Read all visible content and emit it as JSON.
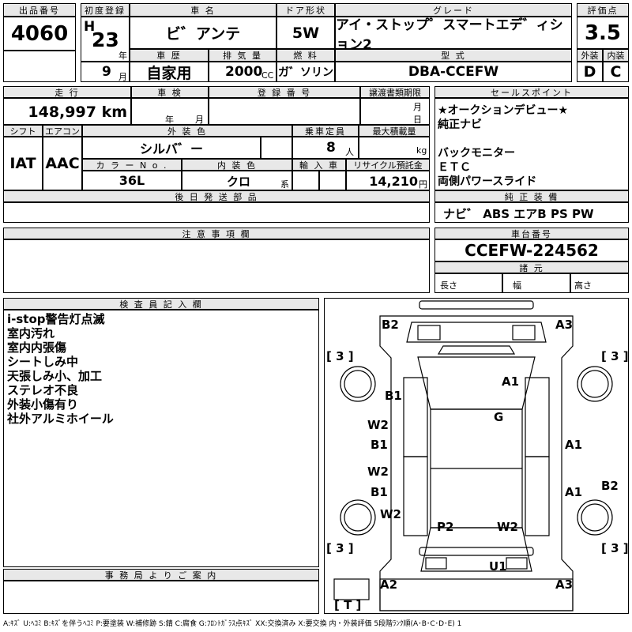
{
  "header": {
    "lot_label": "出品番号",
    "lot_value": "4060",
    "reg_label": "初度登録",
    "era": "H",
    "year": "23",
    "year_unit": "年",
    "month": "9",
    "month_unit": "月",
    "name_label": "車 名",
    "name_value": "ビ゛アンテ",
    "door_label": "ドア形状",
    "door_value": "5W",
    "grade_label": "グレード",
    "grade_value": "アイ・ストップ゜スマートエデ゛ィション2",
    "score_label": "評価点",
    "score_value": "3.5",
    "history_label": "車 歴",
    "history_value": "自家用",
    "disp_label": "排 気 量",
    "disp_value": "2000",
    "disp_unit": "CC",
    "fuel_label": "燃 料",
    "fuel_value": "ガ゛ソリン",
    "model_label": "型 式",
    "model_value": "DBA-CCEFW",
    "ext_label": "外装",
    "ext_value": "D",
    "int_label": "内装",
    "int_value": "C"
  },
  "row2": {
    "mileage_label": "走 行",
    "mileage_value": "148,997",
    "mileage_unit": "km",
    "inspect_label": "車 検",
    "inspect_year": "年",
    "inspect_month": "月",
    "plate_label": "登 録 番 号",
    "transfer_label": "譲渡書類期限",
    "transfer_month": "月",
    "transfer_day": "日",
    "shift_label": "シフト",
    "shift_value": "IAT",
    "ac_label": "エアコン",
    "ac_value": "AAC",
    "color_label": "外 装 色",
    "color_value": "シルバ゛ー",
    "seats_label": "乗車定員",
    "seats_value": "8",
    "seats_unit": "人",
    "load_label": "最大積載量",
    "load_unit": "kg",
    "colorno_label": "カ ラ ー N o .",
    "colorno_value": "36L",
    "interior_label": "内 装 色",
    "interior_value": "クロ",
    "interior_unit": "系",
    "import_label": "輸 入 車",
    "recycle_label": "リサイクル預託金",
    "recycle_value": "14,210",
    "recycle_unit": "円",
    "later_label": "後 日 発 送 部 品"
  },
  "sales": {
    "label": "セールスポイント",
    "lines": [
      "★オークションデビュー★",
      "純正ナビ",
      "",
      "バックモニター",
      "ＥＴＣ",
      "両側パワースライド"
    ]
  },
  "equipment": {
    "label": "純 正 装 備",
    "value": "ナビ゛ ABS エアB PS PW"
  },
  "notes": {
    "label": "注 意 事 項 欄"
  },
  "chassis": {
    "label": "車台番号",
    "value": "CCEFW-224562"
  },
  "specs": {
    "label": "諸 元",
    "length": "長さ",
    "width": "幅",
    "height": "高さ"
  },
  "inspector": {
    "label": "検 査 員 記 入 欄",
    "lines": [
      "i-stop警告灯点滅",
      "室内汚れ",
      "室内内張傷",
      "シートしみ中",
      "天張しみ小、加工",
      "ステレオ不良",
      "外装小傷有り",
      "社外アルミホイール"
    ]
  },
  "office": {
    "label": "事 務 局 よ り ご 案 内"
  },
  "diagram": {
    "marks": {
      "b2_tl": "B2",
      "a3_tr": "A3",
      "b1_upper": "B1",
      "a1_upper": "A1",
      "g": "G",
      "w2_l1": "W2",
      "b1_l1": "B1",
      "a1_r1": "A1",
      "w2_l2": "W2",
      "b1_l2": "B1",
      "a1_r2": "A1",
      "b2_r": "B2",
      "w2_l3": "W2",
      "p2": "P2",
      "w2_r3": "W2",
      "u1": "U1",
      "a2_bl": "A2",
      "a3_br": "A3",
      "tread_1": "[ 3 ]",
      "tread_2": "[ 3 ]",
      "tread_3": "[ 3 ]",
      "tread_4": "[ 3 ]",
      "tread_5": "[ T ]"
    }
  },
  "legend": "A:ｷｽﾞ U:ﾍｺﾐ B:ｷｽﾞを伴うﾍｺﾐ P:要塗装 W:補修跡 S:錆 C:腐食 G:ﾌﾛﾝﾄｶﾞﾗｽ点ｷｽﾞ XX:交換済み X:要交換 内・外装評価 5段階ﾗﾝｸ順(A･B･C･D･E) 1"
}
